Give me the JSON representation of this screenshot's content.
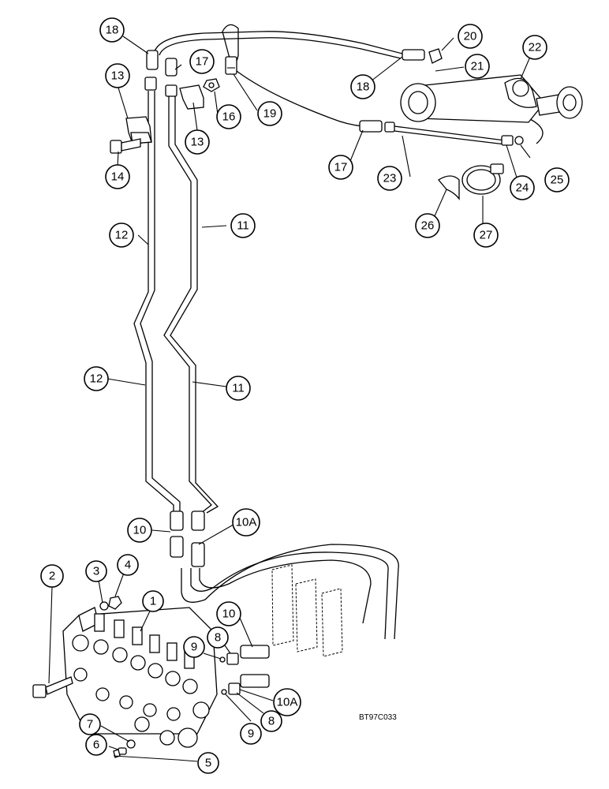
{
  "drawing_ref": "BT97C033",
  "callouts": {
    "c1": "1",
    "c2": "2",
    "c3": "3",
    "c4": "4",
    "c5": "5",
    "c6": "6",
    "c7": "7",
    "c8a": "8",
    "c8b": "8",
    "c9a": "9",
    "c9b": "9",
    "c10a": "10",
    "c10b": "10",
    "c10A_a": "10A",
    "c10A_b": "10A",
    "c11a": "11",
    "c11b": "11",
    "c12a": "12",
    "c12b": "12",
    "c13a": "13",
    "c13b": "13",
    "c14": "14",
    "c16": "16",
    "c17a": "17",
    "c17b": "17",
    "c18a": "18",
    "c18b": "18",
    "c19": "19",
    "c20": "20",
    "c21": "21",
    "c22": "22",
    "c23": "23",
    "c24": "24",
    "c25": "25",
    "c26": "26",
    "c27": "27"
  }
}
